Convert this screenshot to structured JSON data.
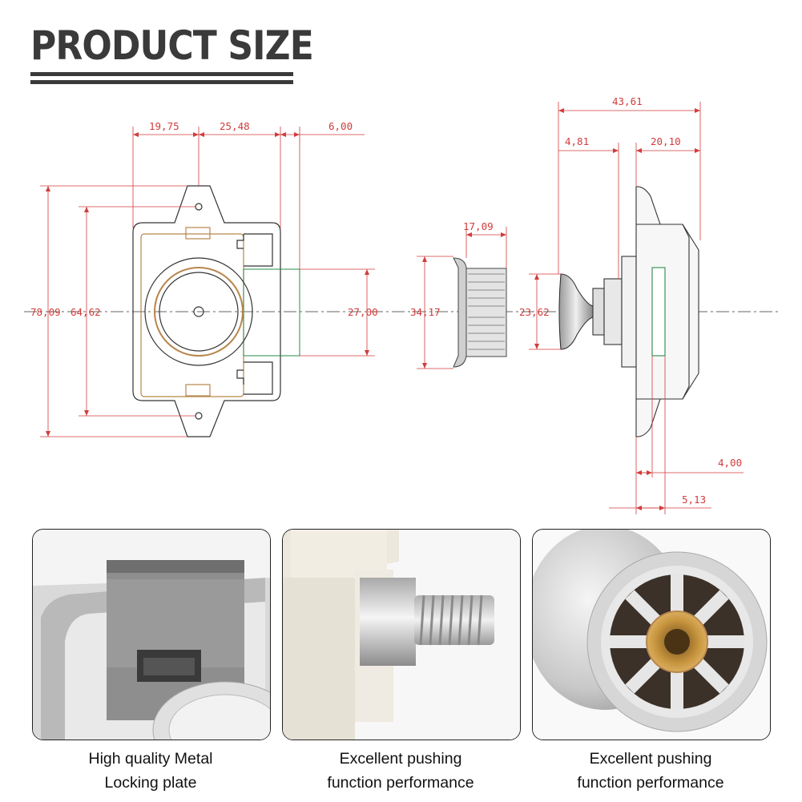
{
  "header": {
    "title": "PRODUCT SIZE"
  },
  "dimensions": {
    "d1975": "19,75",
    "d2548": "25,48",
    "d600": "6,00",
    "d7809": "78,09",
    "d6462": "64,62",
    "d2700": "27,00",
    "d1709": "17,09",
    "d3417": "34,17",
    "d2362": "23,62",
    "d4361": "43,61",
    "d481": "4,81",
    "d2010": "20,10",
    "d400": "4,00",
    "d513": "5,13"
  },
  "features": [
    {
      "line1": "High quality Metal",
      "line2": "Locking plate"
    },
    {
      "line1": "Excellent pushing",
      "line2": "function performance"
    },
    {
      "line1": "Excellent pushing",
      "line2": "function performance"
    }
  ],
  "colors": {
    "dimension": "#d23c3c",
    "title": "#3a3a3a",
    "outline": "#222222",
    "brass": "#b8864b"
  }
}
